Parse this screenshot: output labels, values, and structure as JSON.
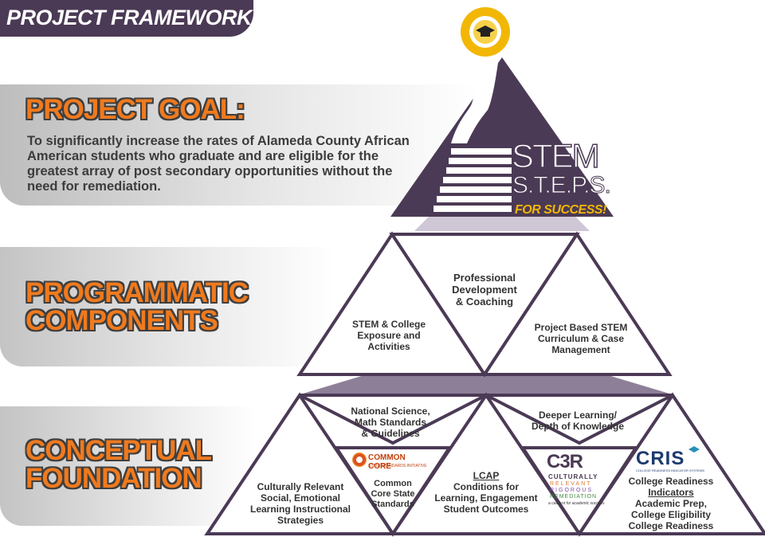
{
  "header": {
    "title": "PROJECT FRAMEWORK"
  },
  "goal": {
    "title": "PROJECT GOAL:",
    "text": "To significantly increase the rates of Alameda County African American students who graduate and are eligible for the greatest array of post secondary opportunities without the need for remediation."
  },
  "programmatic": {
    "title_line1": "PROGRAMMATIC",
    "title_line2": "COMPONENTS",
    "left": [
      "STEM & College",
      "Exposure and",
      "Activities"
    ],
    "middle": [
      "Professional",
      "Development",
      "& Coaching"
    ],
    "right": [
      "Project Based STEM",
      "Curriculum & Case",
      "Management"
    ]
  },
  "conceptual": {
    "title_line1": "CONCEPTUAL",
    "title_line2": "FOUNDATION",
    "top_left": [
      "National Science,",
      "Math Standards",
      "& Guidelines"
    ],
    "top_right": [
      "Deeper Learning/",
      "Depth of Knowledge"
    ],
    "bottom_left": [
      "Culturally Relevant",
      "Social, Emotional",
      "Learning Instructional",
      "Strategies"
    ],
    "common_core": [
      "Common",
      "Core State",
      "Standards"
    ],
    "lcap_title": "LCAP",
    "lcap": [
      "Conditions for",
      "Learning, Engagement",
      "Student Outcomes"
    ],
    "cris_title": "College Readiness",
    "cris_indicators": "Indicators",
    "cris": [
      "Academic Prep,",
      "College Eligibility",
      "College Readiness"
    ]
  },
  "logos": {
    "stem": "STEM",
    "steps": "S.T.E.P.S.",
    "success": "FOR SUCCESS!",
    "common_core": "COMMON CORE",
    "common_core_sub": "STATE STANDARDS INITIATIVE",
    "c3r": "C3R",
    "c3r_lines": [
      "CULTURALLY",
      "RELEVANT",
      "RIGOROUS",
      "REMEDIATION"
    ],
    "c3r_tag": "a catalyst for academic success",
    "cris": "CRIS",
    "cris_sub": "COLLEGE READINESS INDICATOR SYSTEMS"
  },
  "colors": {
    "purple": "#4b3a55",
    "orange": "#f07a1e",
    "gold": "#f2b705",
    "navy": "#1c3a6e"
  }
}
